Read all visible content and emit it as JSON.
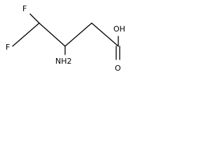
{
  "molecule": {
    "atoms": {
      "f_top": "F",
      "f_left": "F",
      "nh2": "NH2",
      "oh": "OH",
      "o_carbonyl": "O"
    }
  }
}
